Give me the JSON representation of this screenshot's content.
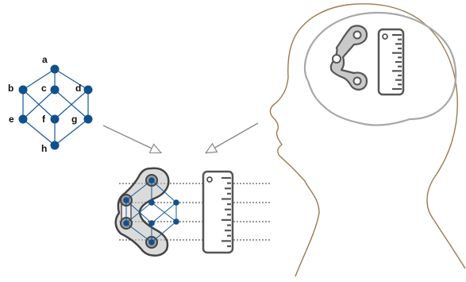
{
  "colors": {
    "node": "#12508c",
    "edge": "#14589a",
    "head_outline": "#9a7a50",
    "brain_outline": "#a0a0a0",
    "icon_stroke": "#555555",
    "arrow_stroke": "#888888",
    "dotted_line": "#333333"
  },
  "lattice": {
    "nodes": [
      {
        "id": "a",
        "label": "a"
      },
      {
        "id": "b",
        "label": "b"
      },
      {
        "id": "c",
        "label": "c"
      },
      {
        "id": "d",
        "label": "d"
      },
      {
        "id": "e",
        "label": "e"
      },
      {
        "id": "f",
        "label": "f"
      },
      {
        "id": "g",
        "label": "g"
      },
      {
        "id": "h",
        "label": "h"
      }
    ],
    "edges": [
      [
        "a",
        "b"
      ],
      [
        "a",
        "c"
      ],
      [
        "a",
        "d"
      ],
      [
        "b",
        "e"
      ],
      [
        "b",
        "f"
      ],
      [
        "c",
        "e"
      ],
      [
        "c",
        "g"
      ],
      [
        "d",
        "f"
      ],
      [
        "d",
        "g"
      ],
      [
        "e",
        "h"
      ],
      [
        "f",
        "h"
      ],
      [
        "g",
        "h"
      ]
    ]
  },
  "icons": {
    "brain_chain": "bicycle-chain-link-icon",
    "brain_ruler": "ruler-icon",
    "result_chain": "chain-overlay-icon",
    "result_ruler": "ruler-icon"
  }
}
